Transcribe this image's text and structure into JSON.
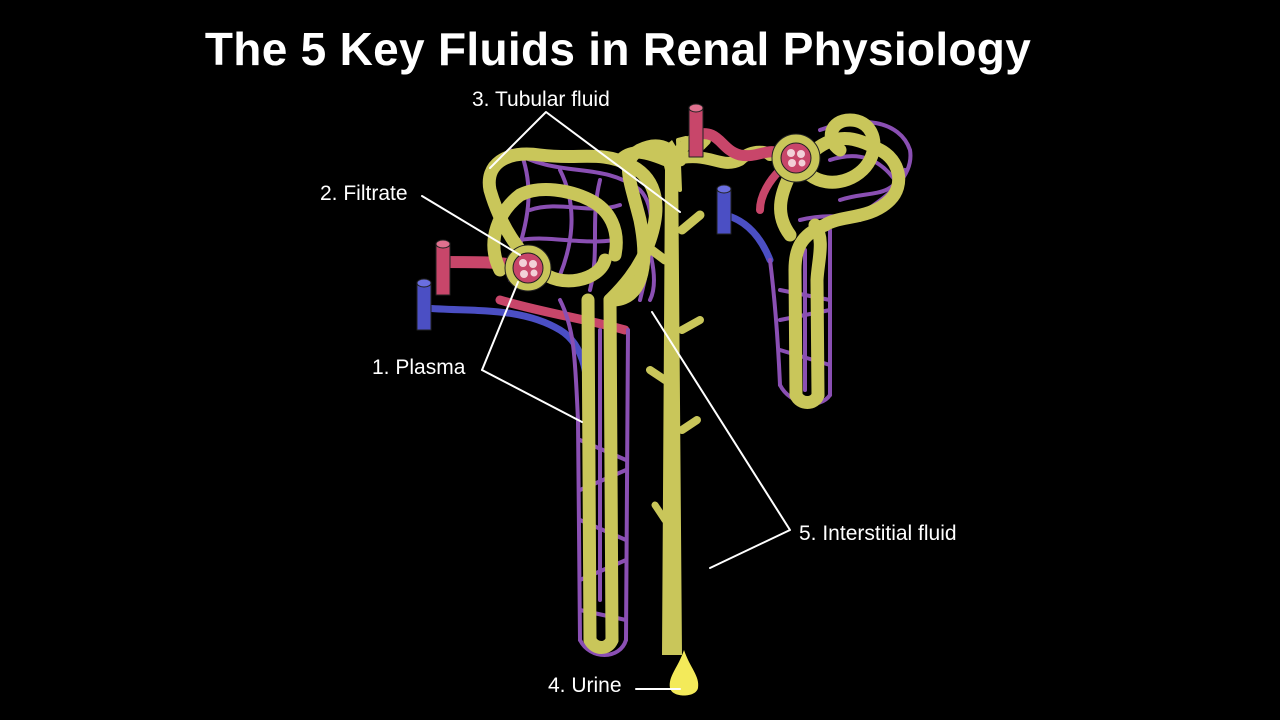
{
  "title": "The 5 Key Fluids in Renal Physiology",
  "labels": {
    "plasma": "1. Plasma",
    "filtrate": "2. Filtrate",
    "tubular_fluid": "3. Tubular fluid",
    "urine": "4. Urine",
    "interstitial_fluid": "5. Interstitial fluid"
  },
  "colors": {
    "background": "#000000",
    "tubule": "#c9c65a",
    "capillary": "#8a4fb3",
    "arteriole": "#c8466a",
    "venule": "#4b4fc4",
    "urine_drop": "#f3ea5a",
    "text": "#ffffff"
  }
}
